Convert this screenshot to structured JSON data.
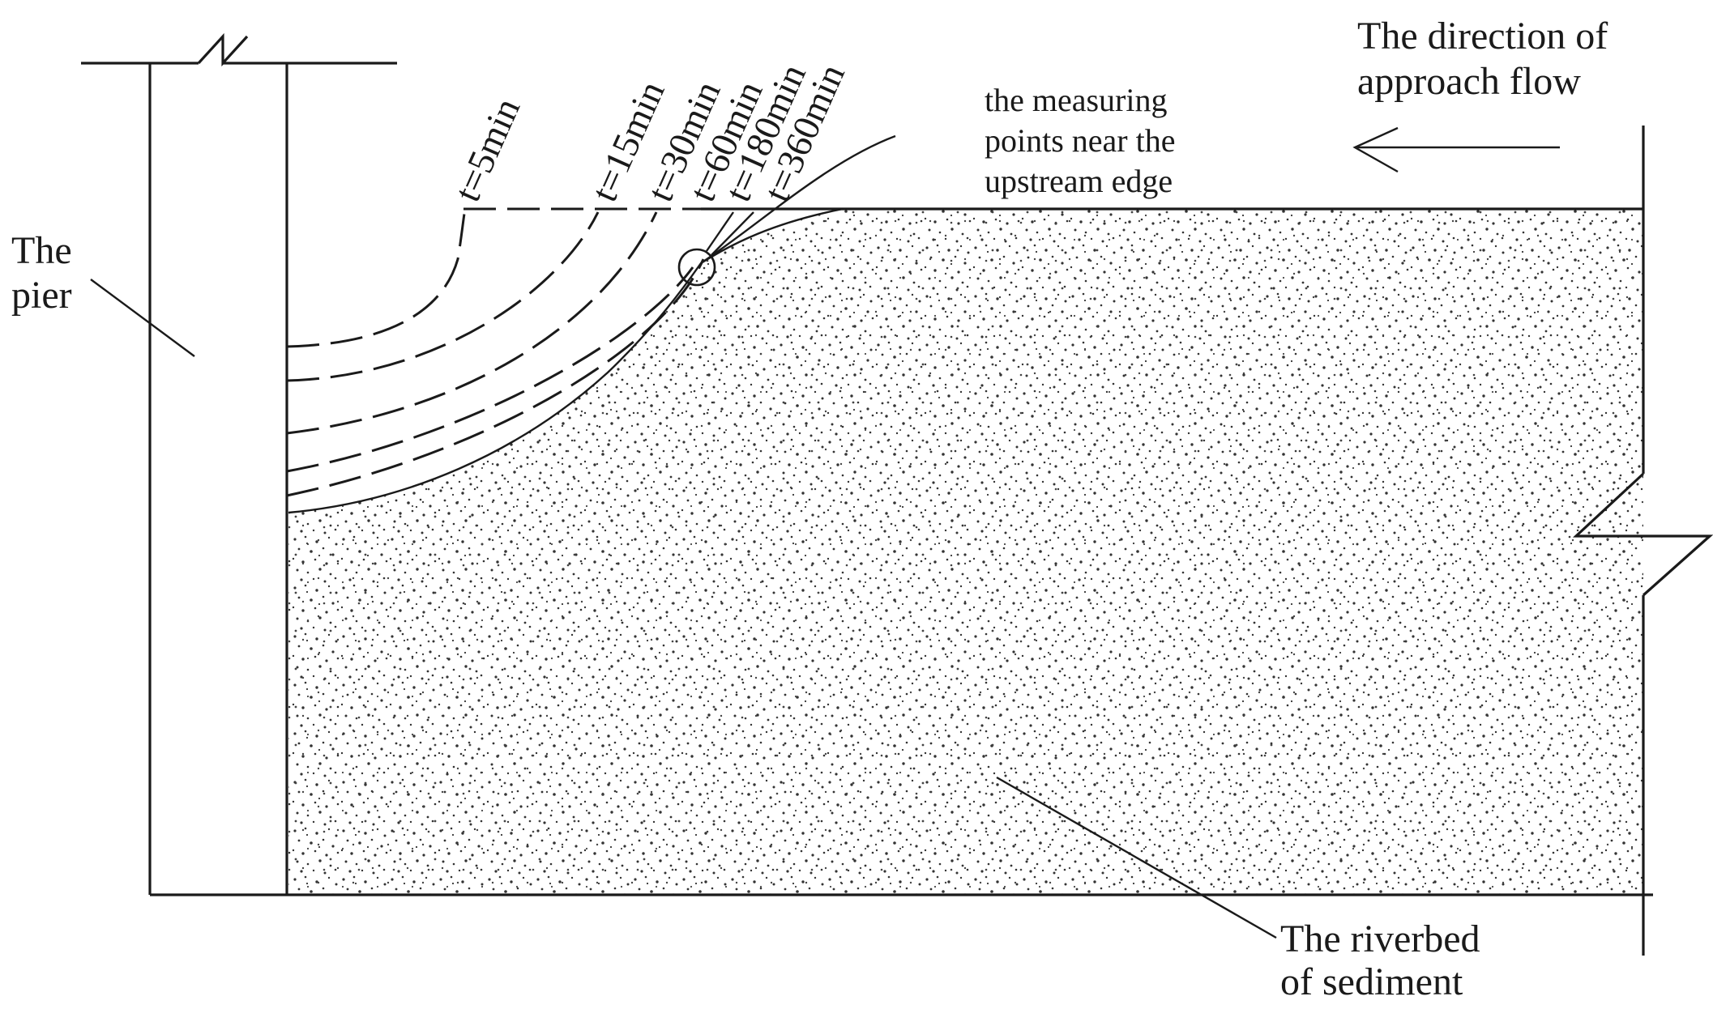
{
  "labels": {
    "pier_line1": "The",
    "pier_line2": "pier",
    "flow_line1": "The direction of",
    "flow_line2": "approach flow",
    "measure_line1": "the measuring",
    "measure_line2": "points near the",
    "measure_line3": "upstream edge",
    "riverbed_line1": "The riverbed",
    "riverbed_line2": "of sediment"
  },
  "time_curves": [
    {
      "label": "t=5min"
    },
    {
      "label": "t=15min"
    },
    {
      "label": "t=30min"
    },
    {
      "label": "t=60min"
    },
    {
      "label": "t=180min"
    },
    {
      "label": "t=360min"
    }
  ]
}
